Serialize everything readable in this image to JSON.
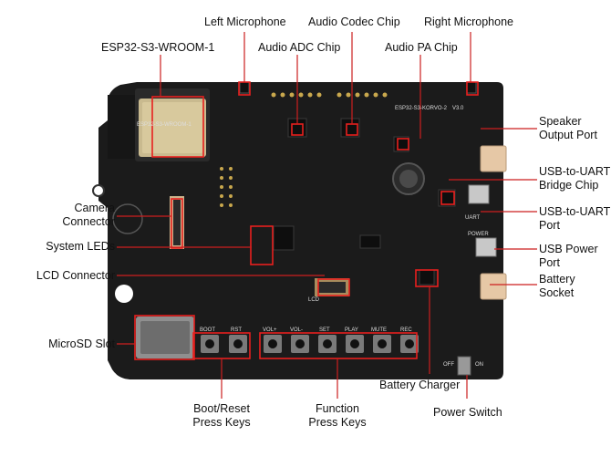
{
  "diagram": {
    "callouts": {
      "left_microphone": "Left Microphone",
      "audio_codec_chip": "Audio Codec Chip",
      "right_microphone": "Right Microphone",
      "esp32_module": "ESP32-S3-WROOM-1",
      "audio_adc_chip": "Audio ADC Chip",
      "audio_pa_chip": "Audio PA Chip",
      "speaker_output_port": [
        "Speaker",
        "Output Port"
      ],
      "usb_uart_bridge_chip": [
        "USB-to-UART",
        "Bridge Chip"
      ],
      "camera_connector": [
        "Camera",
        "Connector"
      ],
      "usb_uart_port": [
        "USB-to-UART",
        "Port"
      ],
      "system_leds": "System LEDs",
      "usb_power_port": [
        "USB Power",
        "Port"
      ],
      "lcd_connector": "LCD Connector",
      "battery_socket": [
        "Battery",
        "Socket"
      ],
      "microsd_slot": "MicroSD Slot",
      "battery_charger": "Battery Charger",
      "boot_reset_keys": [
        "Boot/Reset",
        "Press Keys"
      ],
      "function_keys": [
        "Function",
        "Press Keys"
      ],
      "power_switch": "Power Switch"
    },
    "board_silkscreen": {
      "module_name": "ESP32-S3-WROOM-1",
      "board_name": "ESP32-S3-KORVO-2",
      "version": "V3.0",
      "uart": "UART",
      "power": "POWER",
      "on": "ON",
      "off": "OFF",
      "lcd": "LCD",
      "keys": [
        "BOOT",
        "RST",
        "VOL+",
        "VOL-",
        "SET",
        "PLAY",
        "MUTE",
        "REC"
      ]
    },
    "colors": {
      "board": "#1b1b1b",
      "highlight": "#e8201e",
      "leader_line": "#cc1f1f",
      "connector_beige": "#e6c8a6"
    }
  }
}
